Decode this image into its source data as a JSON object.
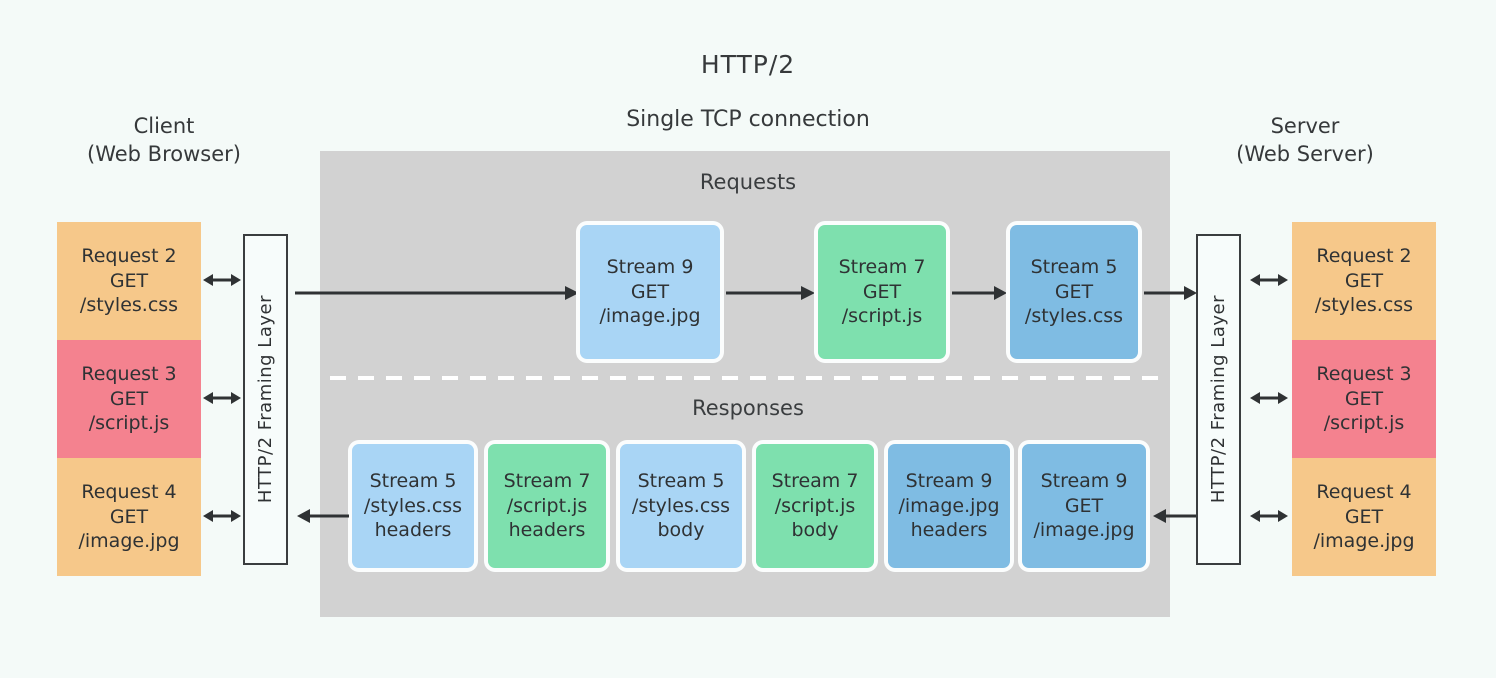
{
  "diagram": {
    "title": "HTTP/2",
    "subtitle": "Single TCP connection",
    "background_color": "#f4faf8",
    "panel_color": "#d2d2d2"
  },
  "palette": {
    "orange": "#f6c88a",
    "pink": "#f4828f",
    "green": "#7ee0ae",
    "blue_light": "#a9d5f5",
    "blue_dark": "#7fbce3",
    "ink": "#3a3d3f",
    "white_outline": "#fbfdfd"
  },
  "client": {
    "title_line1": "Client",
    "title_line2": "(Web Browser)",
    "framing_label": "HTTP/2 Framing Layer",
    "requests": [
      {
        "name": "Request 2",
        "method": "GET",
        "path": "/styles.css",
        "color": "#f6c88a"
      },
      {
        "name": "Request 3",
        "method": "GET",
        "path": "/script.js",
        "color": "#f4828f"
      },
      {
        "name": "Request 4",
        "method": "GET",
        "path": "/image.jpg",
        "color": "#f6c88a"
      }
    ]
  },
  "server": {
    "title_line1": "Server",
    "title_line2": "(Web Server)",
    "framing_label": "HTTP/2 Framing Layer",
    "requests": [
      {
        "name": "Request 2",
        "method": "GET",
        "path": "/styles.css",
        "color": "#f6c88a"
      },
      {
        "name": "Request 3",
        "method": "GET",
        "path": "/script.js",
        "color": "#f4828f"
      },
      {
        "name": "Request 4",
        "method": "GET",
        "path": "/image.jpg",
        "color": "#f6c88a"
      }
    ]
  },
  "connection": {
    "requests_heading": "Requests",
    "responses_heading": "Responses",
    "request_streams": [
      {
        "name": "Stream 9",
        "method": "GET",
        "path": "/image.jpg",
        "color": "#a9d5f5"
      },
      {
        "name": "Stream 7",
        "method": "GET",
        "path": "/script.js",
        "color": "#7ee0ae"
      },
      {
        "name": "Stream 5",
        "method": "GET",
        "path": "/styles.css",
        "color": "#7fbce3"
      }
    ],
    "response_frames": [
      {
        "name": "Stream 5",
        "path": "/styles.css",
        "part": "headers",
        "color": "#a9d5f5"
      },
      {
        "name": "Stream 7",
        "path": "/script.js",
        "part": "headers",
        "color": "#7ee0ae"
      },
      {
        "name": "Stream 5",
        "path": "/styles.css",
        "part": "body",
        "color": "#a9d5f5"
      },
      {
        "name": "Stream 7",
        "path": "/script.js",
        "part": "body",
        "color": "#7ee0ae"
      },
      {
        "name": "Stream 9",
        "path": "/image.jpg",
        "part": "headers",
        "color": "#7fbce3"
      },
      {
        "name": "Stream 9",
        "path": "GET",
        "part": "/image.jpg",
        "color": "#7fbce3"
      }
    ]
  }
}
